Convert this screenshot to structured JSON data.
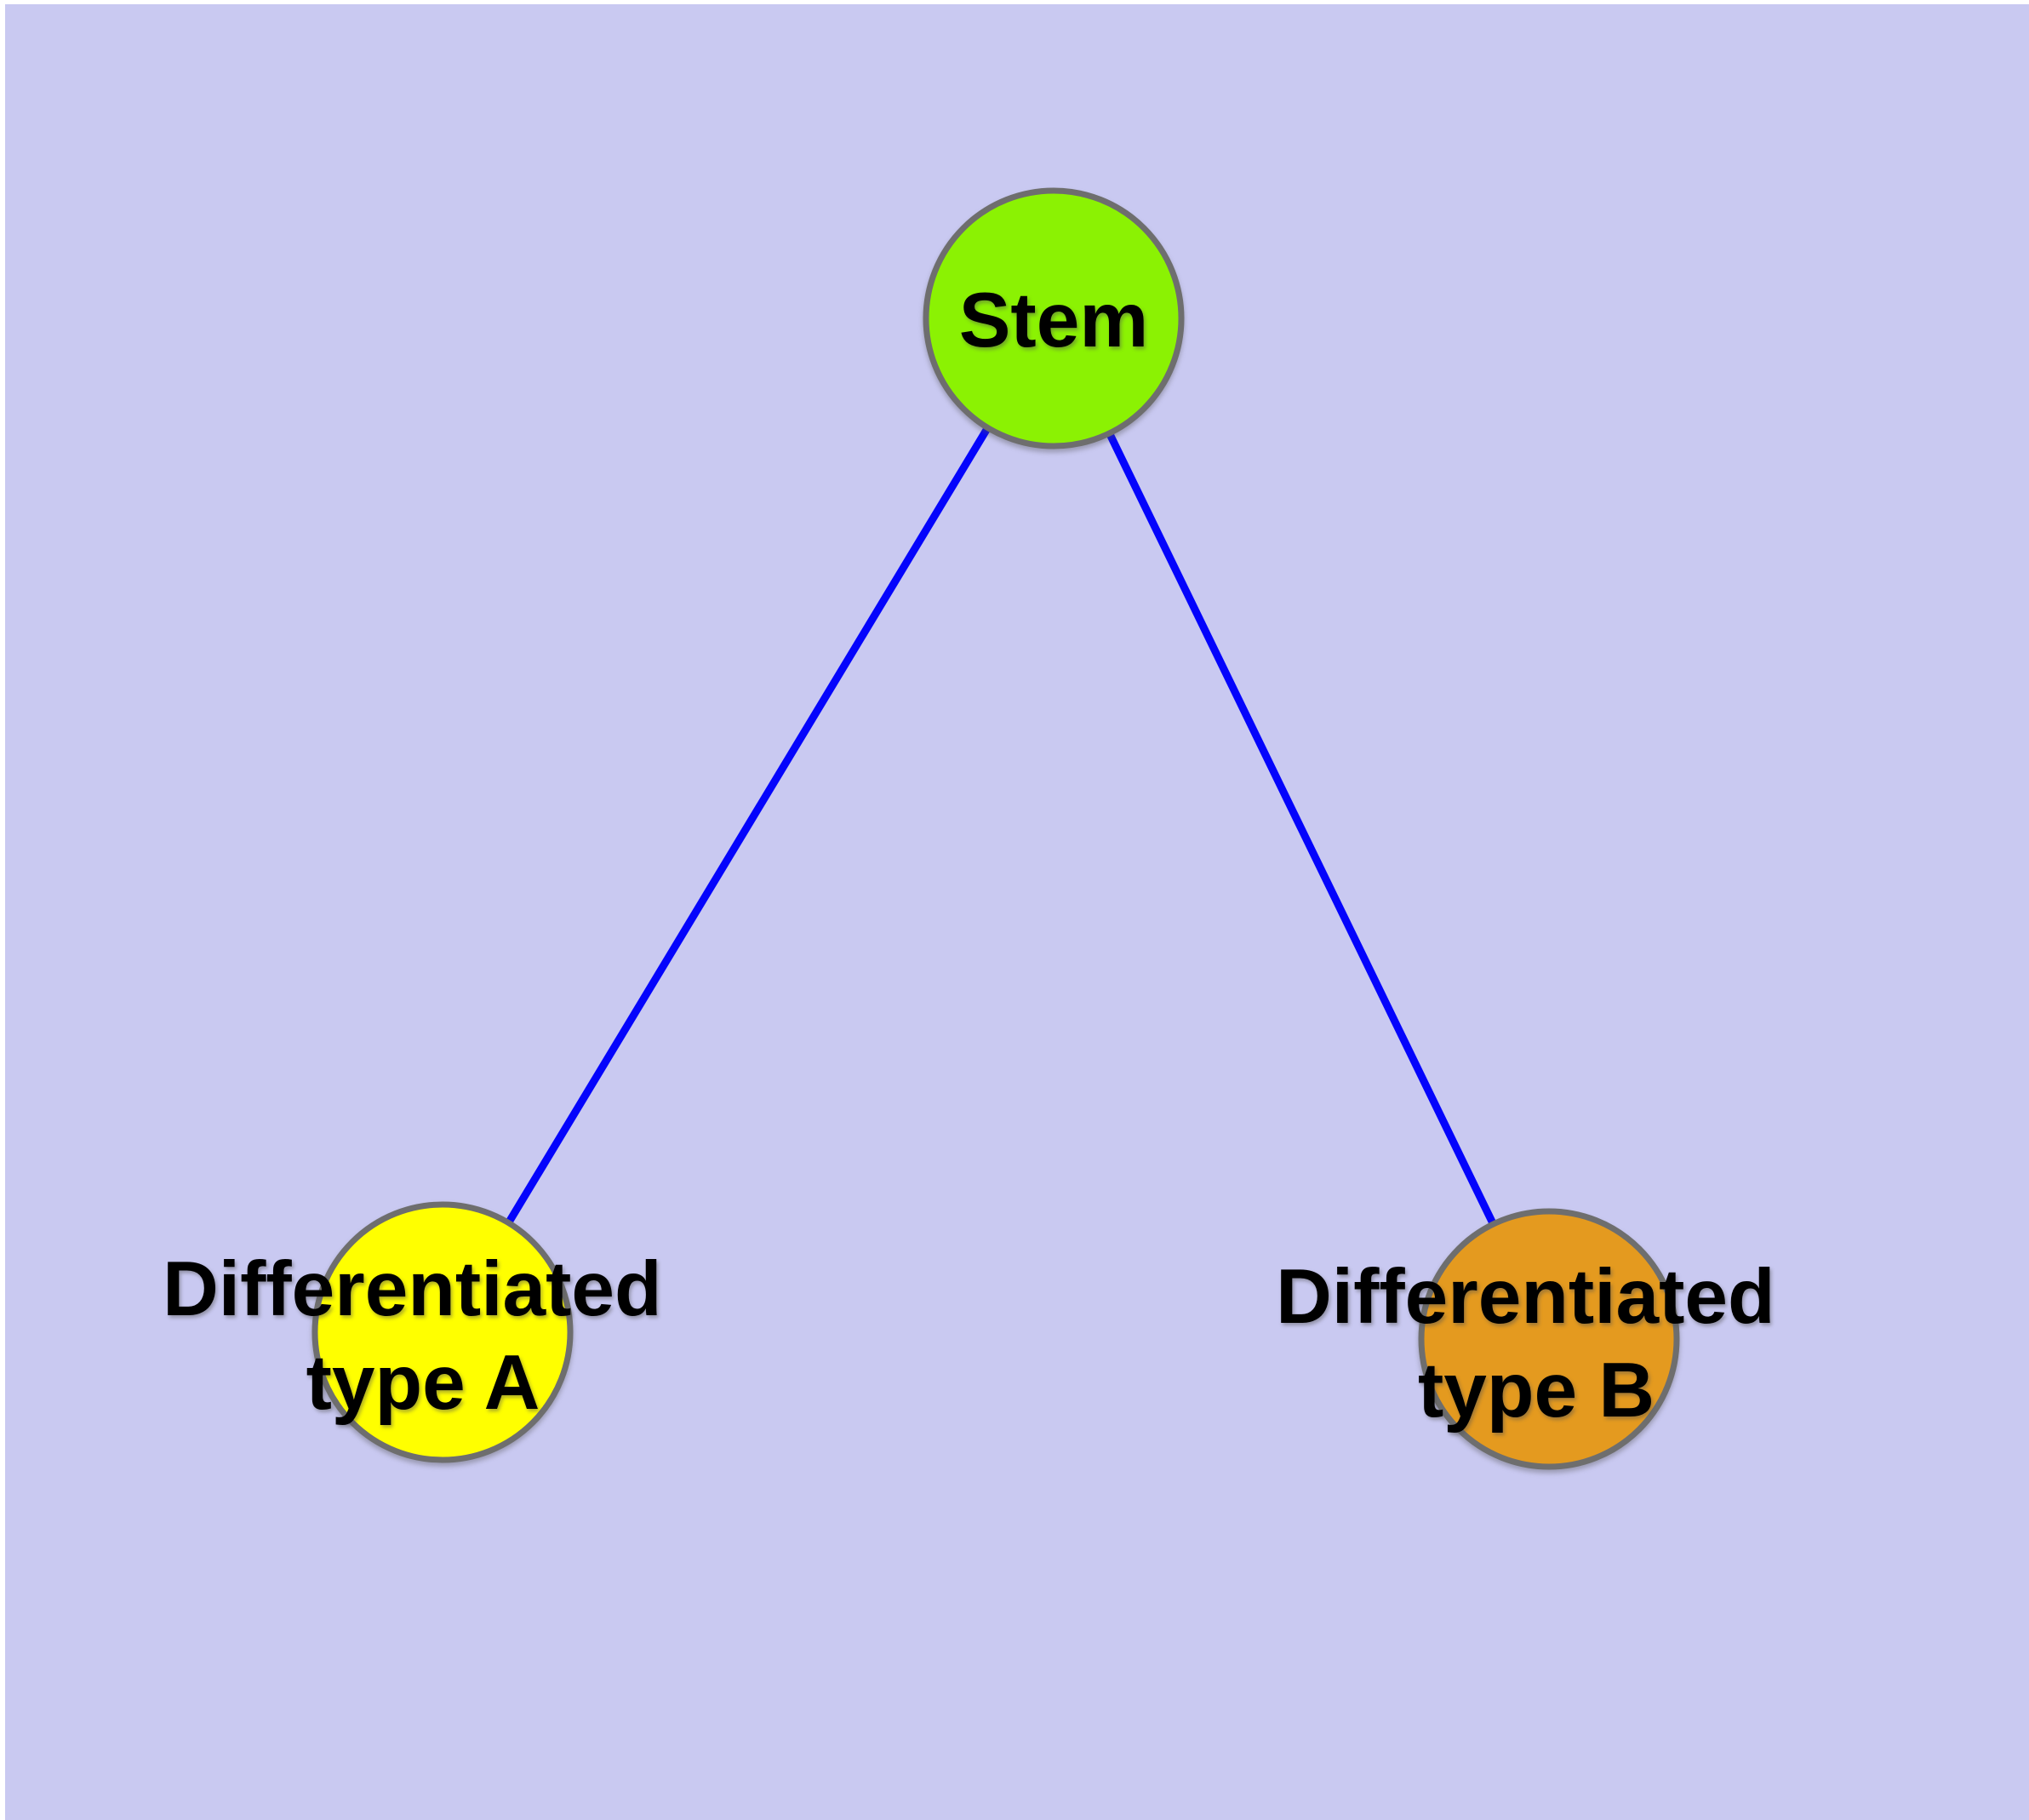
{
  "diagram": {
    "background_color": "#c9c9f1",
    "frame_color": "#ffffff",
    "edge_color": "#0404fc",
    "node_border_color": "#6e6e6e",
    "nodes": [
      {
        "id": "stem",
        "label": "Stem",
        "fill": "#8bf203"
      },
      {
        "id": "differentiated-type-a",
        "label_line1": "Differentiated",
        "label_line2": "type A",
        "fill": "#ffff00"
      },
      {
        "id": "differentiated-type-b",
        "label_line1": "Differentiated",
        "label_line2": "type B",
        "fill": "#e49a1f"
      }
    ],
    "edges": [
      {
        "from": "stem",
        "to": "differentiated-type-a"
      },
      {
        "from": "stem",
        "to": "differentiated-type-b"
      }
    ]
  }
}
